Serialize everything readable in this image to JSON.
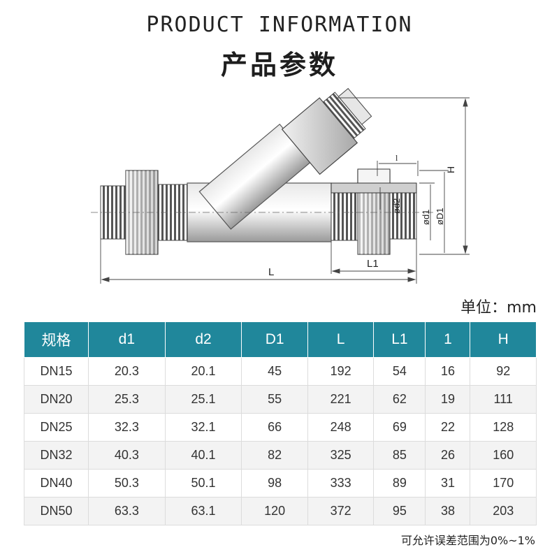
{
  "header": {
    "title_en": "PRODUCT INFORMATION",
    "title_cn": "产品参数"
  },
  "drawing": {
    "labels": {
      "L": "L",
      "L1": "L1",
      "H": "H",
      "l": "l",
      "d2": "ød2",
      "d1": "ød1",
      "D1": "øD1"
    }
  },
  "unit_label": "单位：mm",
  "table": {
    "headers": [
      "规格",
      "d1",
      "d2",
      "D1",
      "L",
      "L1",
      "1",
      "H"
    ],
    "rows": [
      [
        "DN15",
        "20.3",
        "20.1",
        "45",
        "192",
        "54",
        "16",
        "92"
      ],
      [
        "DN20",
        "25.3",
        "25.1",
        "55",
        "221",
        "62",
        "19",
        "111"
      ],
      [
        "DN25",
        "32.3",
        "32.1",
        "66",
        "248",
        "69",
        "22",
        "128"
      ],
      [
        "DN32",
        "40.3",
        "40.1",
        "82",
        "325",
        "85",
        "26",
        "160"
      ],
      [
        "DN40",
        "50.3",
        "50.1",
        "98",
        "333",
        "89",
        "31",
        "170"
      ],
      [
        "DN50",
        "63.3",
        "63.1",
        "120",
        "372",
        "95",
        "38",
        "203"
      ]
    ]
  },
  "footer": {
    "tolerance": "可允许误差范围为0%~1%"
  }
}
